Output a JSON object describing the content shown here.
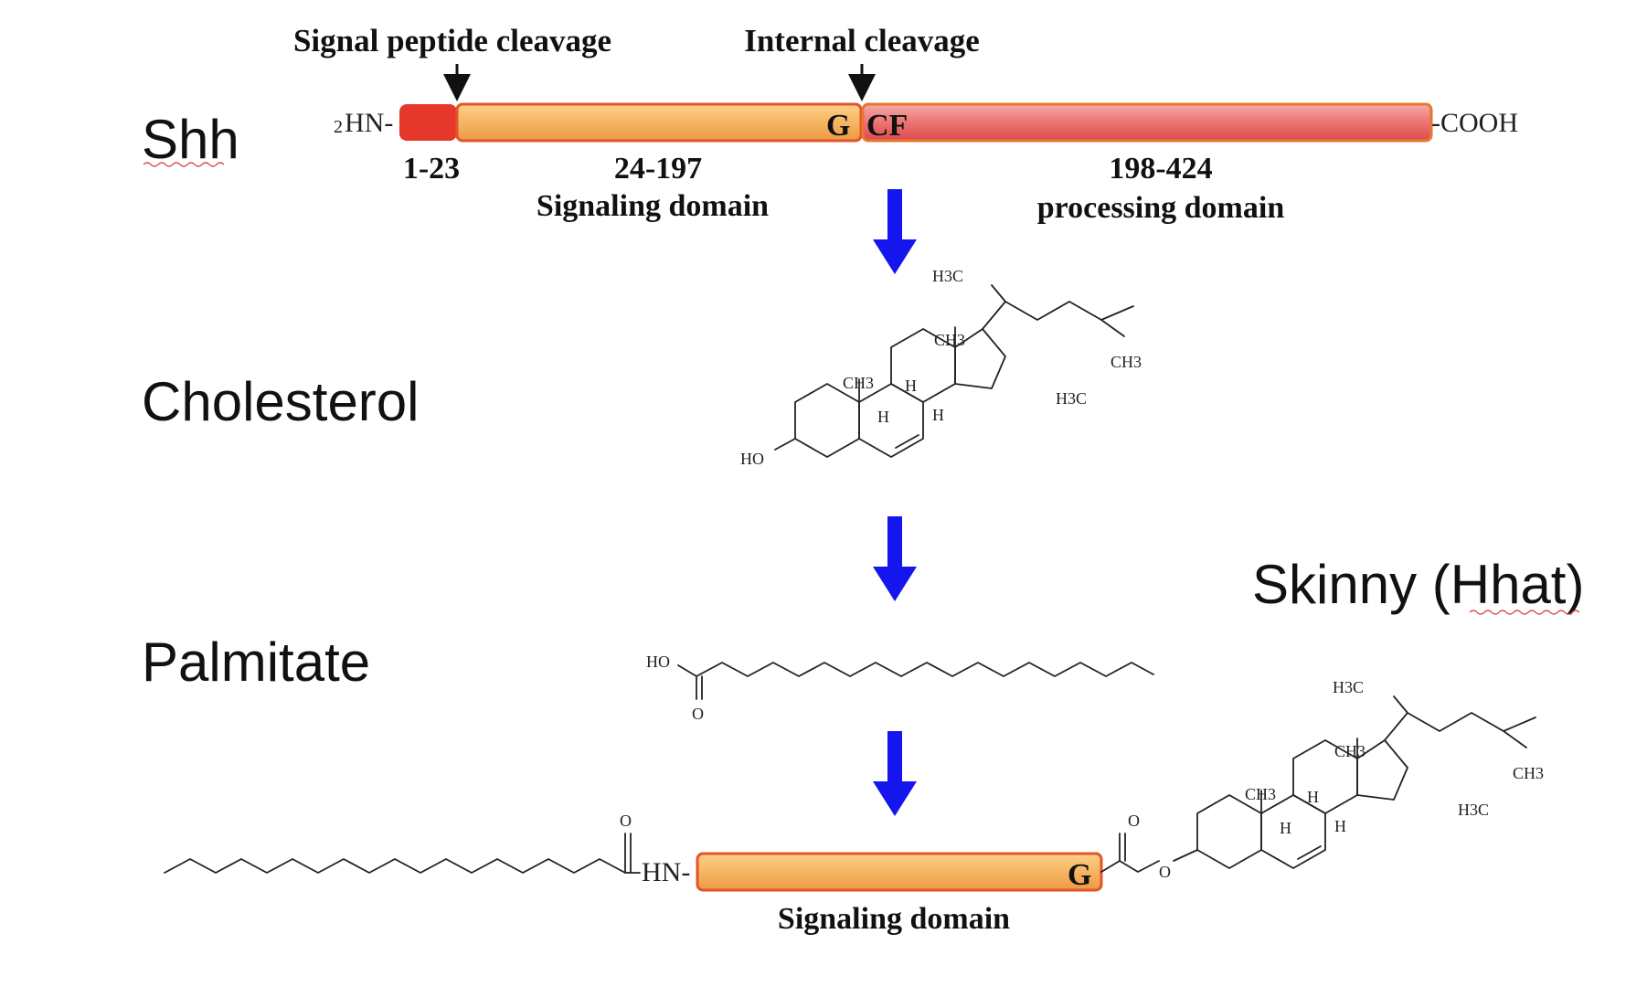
{
  "section_labels": {
    "shh": "Shh",
    "cholesterol": "Cholesterol",
    "palmitate": "Palmitate",
    "skinny": "Skinny (Hhat)"
  },
  "precursor": {
    "cleavage_signal": "Signal peptide cleavage",
    "cleavage_internal": "Internal cleavage",
    "n_terminus": "2HN-",
    "n_terminus_sub": "2",
    "n_terminus_text": "HN-",
    "c_terminus": "-COOH",
    "residue_g": "G",
    "residue_cf": "CF",
    "range_signal": "1-23",
    "range_signaling": "24-197",
    "name_signaling": "Signaling domain",
    "range_processing": "198-424",
    "name_processing": "processing domain"
  },
  "cholesterol_molecule": {
    "h3c_top": "H3C",
    "ch3_top": "CH3",
    "ch3_side": "CH3",
    "h3c_side": "H3C",
    "ch3_ring": "CH3",
    "h_ring_a": "H",
    "h_ring_b": "H",
    "h_ring_c": "H",
    "ho": "HO"
  },
  "palmitate_molecule": {
    "ho": "HO",
    "o": "O"
  },
  "mature": {
    "o_left": "O",
    "hn": "HN-",
    "residue_g": "G",
    "name_signaling": "Signaling domain",
    "o_right": "O",
    "o_ester": "O",
    "h3c_top": "H3C",
    "ch3_top": "CH3",
    "ch3_side": "CH3",
    "h3c_side": "H3C",
    "ch3_ring": "CH3",
    "h_ring_a": "H",
    "h_ring_b": "H",
    "h_ring_c": "H"
  },
  "colors": {
    "signal_peptide": "#e5372a",
    "signaling_domain_light": "#f8c677",
    "signaling_domain_dark": "#eea04a",
    "processing_domain_light": "#f39a9a",
    "processing_domain_dark": "#e0454a",
    "domain_border": "#e3542a",
    "arrow_blue": "#1515ee"
  }
}
